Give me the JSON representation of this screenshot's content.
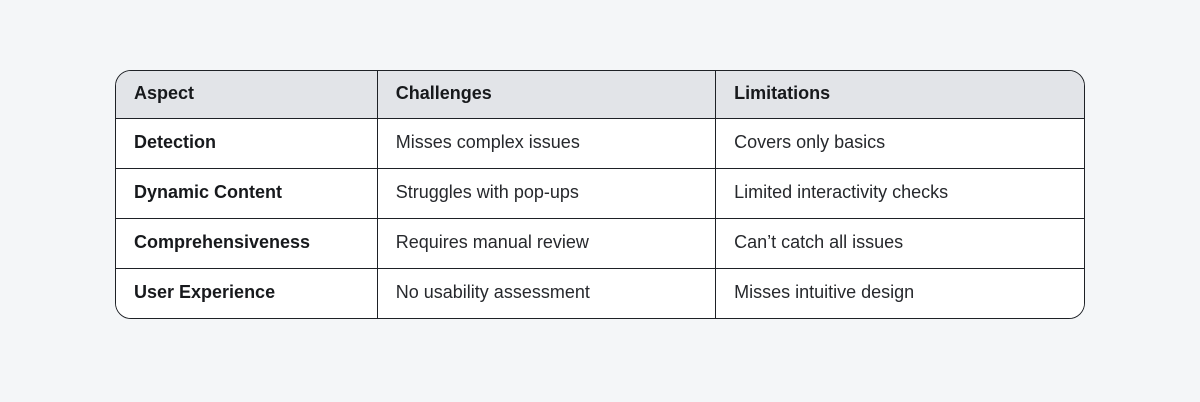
{
  "page": {
    "background_color": "#f4f6f8"
  },
  "table": {
    "border_color": "#1e2126",
    "header_bg": "#e2e4e8",
    "body_bg": "#ffffff",
    "headers": [
      "Aspect",
      "Challenges",
      "Limitations"
    ],
    "rows": [
      {
        "aspect": "Detection",
        "challenge": "Misses complex issues",
        "limitation": "Covers only basics"
      },
      {
        "aspect": "Dynamic Content",
        "challenge": "Struggles with pop-ups",
        "limitation": "Limited interactivity checks"
      },
      {
        "aspect": "Comprehensiveness",
        "challenge": "Requires manual review",
        "limitation": "Can’t catch all issues"
      },
      {
        "aspect": "User Experience",
        "challenge": "No usability assessment",
        "limitation": "Misses intuitive design"
      }
    ]
  }
}
